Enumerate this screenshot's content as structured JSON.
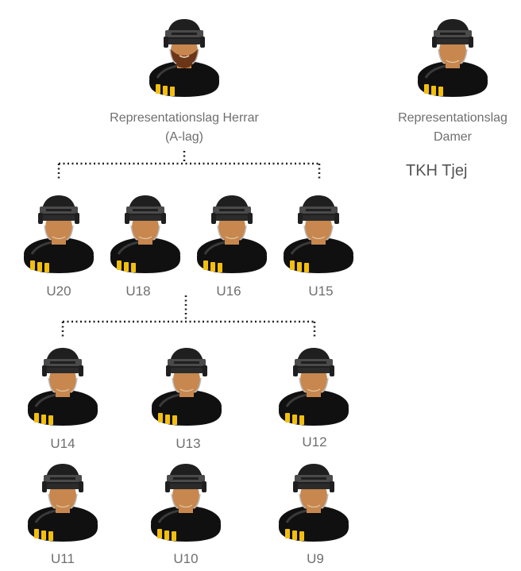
{
  "nodes": {
    "herrar": {
      "line1": "Representationslag Herrar",
      "line2": "(A-lag)",
      "bearded": true
    },
    "damer": {
      "line1": "Representationslag",
      "line2": "Damer",
      "bearded": false
    },
    "u20": {
      "label": "U20"
    },
    "u18": {
      "label": "U18"
    },
    "u16": {
      "label": "U16"
    },
    "u15": {
      "label": "U15"
    },
    "u14": {
      "label": "U14"
    },
    "u13": {
      "label": "U13"
    },
    "u12": {
      "label": "U12"
    },
    "u11": {
      "label": "U11"
    },
    "u10": {
      "label": "U10"
    },
    "u9": {
      "label": "U9"
    }
  },
  "extra_label": "TKH Tjej",
  "colors": {
    "helmet": "#1f1f1f",
    "helmet_band": "#4a4a4a",
    "skin": "#c7874e",
    "beard": "#6b3518",
    "puck": "#101010",
    "puck_ring": "#3a3a3a",
    "stripe": "#f2bf0f",
    "connector": "#222222",
    "text": "#6f6f6f"
  }
}
